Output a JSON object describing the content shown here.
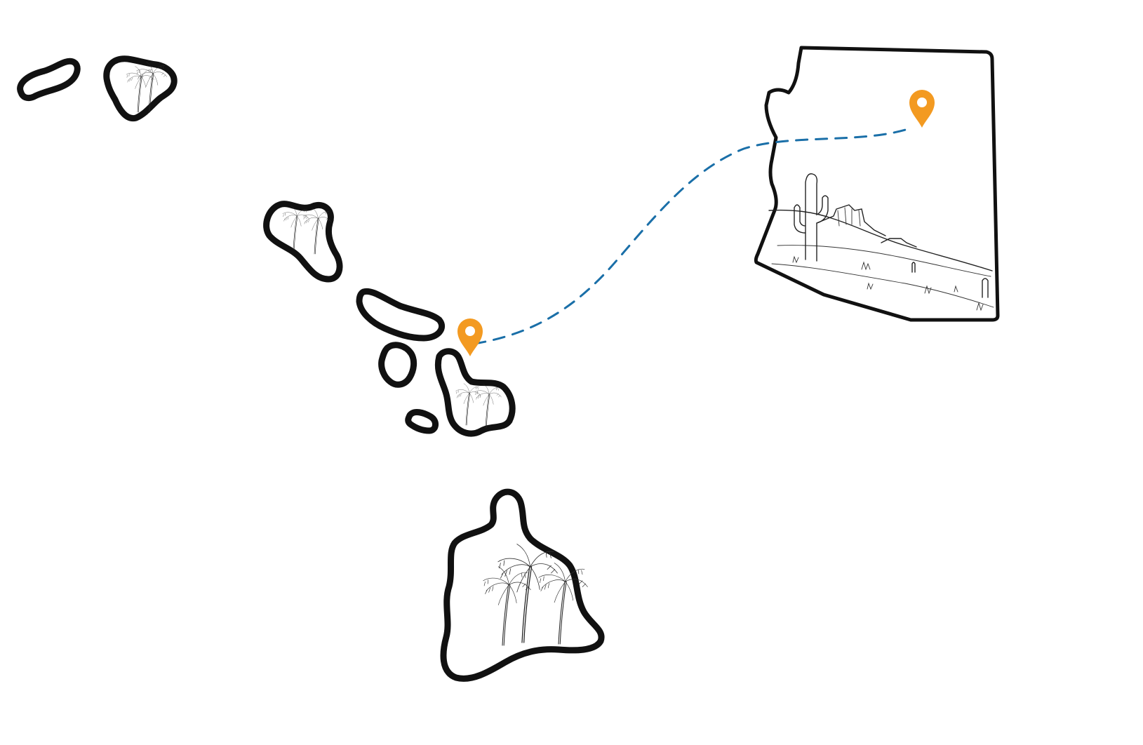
{
  "colors": {
    "background": "#ffffff",
    "outline": "#111111",
    "route": "#1a6fa8",
    "pin": "#f39a21"
  },
  "map": {
    "regions": [
      {
        "name": "hawaii-islands",
        "icons": [
          "palm-tree-icon"
        ]
      },
      {
        "name": "arizona-state",
        "icons": [
          "cactus-icon",
          "mesa-icon"
        ]
      }
    ],
    "pins": [
      {
        "name": "origin-pin",
        "icon": "map-pin-icon"
      },
      {
        "name": "destination-pin",
        "icon": "map-pin-icon"
      }
    ],
    "route": {
      "style": "dashed",
      "from": "origin-pin",
      "to": "destination-pin"
    }
  }
}
